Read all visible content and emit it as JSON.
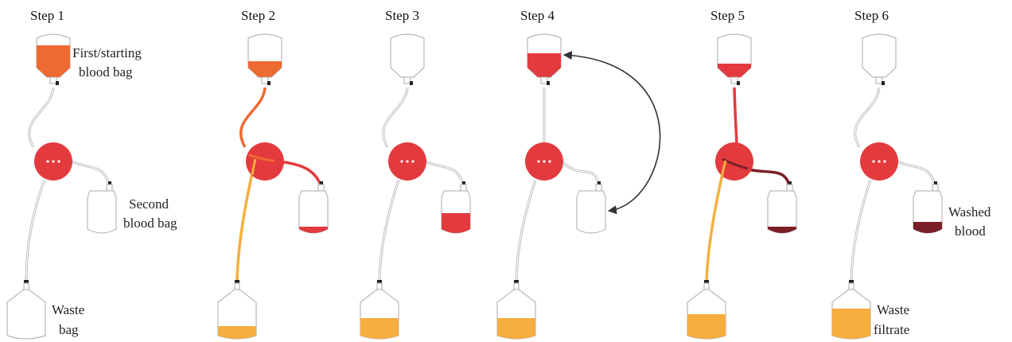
{
  "colors": {
    "blood": "#ef6a33",
    "red": "#e33a3e",
    "washed": "#7a1f27",
    "waste": "#f6ae3f",
    "outline": "#a8a8a8",
    "tube": "#b9b9b9",
    "arrow": "#333333"
  },
  "steps": [
    {
      "title": "Step 1"
    },
    {
      "title": "Step 2"
    },
    {
      "title": "Step 3"
    },
    {
      "title": "Step 4"
    },
    {
      "title": "Step 5"
    },
    {
      "title": "Step 6"
    }
  ],
  "labels": {
    "first_bag_line1": "First/starting",
    "first_bag_line2": "blood bag",
    "second_bag_line1": "Second",
    "second_bag_line2": "blood bag",
    "waste_bag_line1": "Waste",
    "waste_bag_line2": "bag",
    "washed_line1": "Washed",
    "washed_line2": "blood",
    "filtrate_line1": "Waste",
    "filtrate_line2": "filtrate"
  }
}
